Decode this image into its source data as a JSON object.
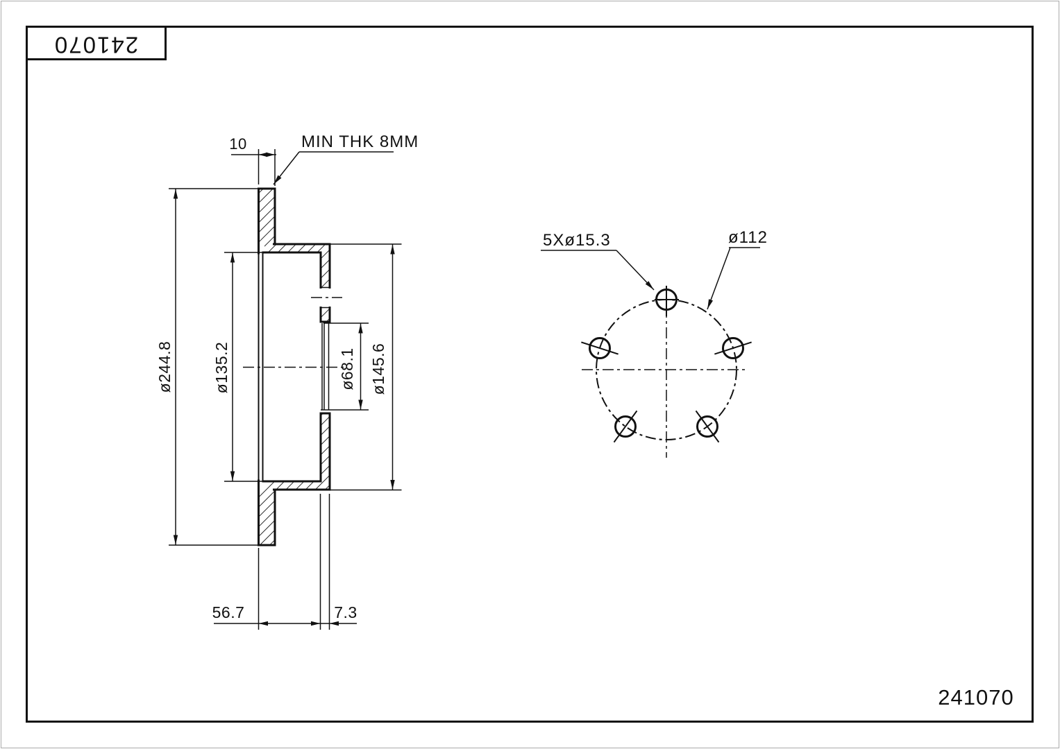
{
  "sheet": {
    "part_number": "241070"
  },
  "title_block": {
    "part_number": "241070"
  },
  "section_view": {
    "dims": {
      "disc_thickness": "10",
      "min_thickness_note": "MIN THK 8MM",
      "outer_diameter": "ø244.8",
      "hat_inner_diameter": "ø135.2",
      "center_bore_diameter": "ø68.1",
      "hub_diameter": "ø145.6",
      "overall_height": "56.7",
      "flange_thickness": "7.3"
    }
  },
  "bolt_pattern_view": {
    "labels": {
      "bolt_holes": "5Xø15.3",
      "bolt_circle_diameter": "ø112"
    },
    "hole_count": 5
  },
  "colors": {
    "ink": "#111111",
    "paper": "#ffffff"
  }
}
